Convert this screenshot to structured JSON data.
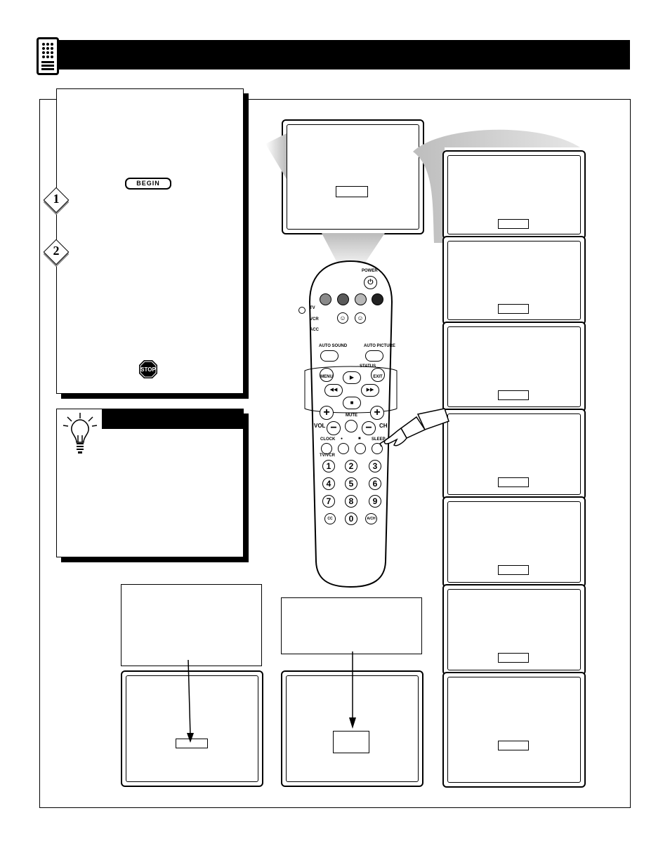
{
  "begin_badge": "BEGIN",
  "stop_badge": "STOP",
  "steps": [
    "1",
    "2"
  ],
  "remote": {
    "power": "POWER",
    "modes": [
      "TV",
      "VCR",
      "ACC"
    ],
    "auto_sound": "AUTO SOUND",
    "auto_picture": "AUTO PICTURE",
    "status": "STATUS",
    "menu": "MENU",
    "exit": "EXIT",
    "mute": "MUTE",
    "vol": "VOL",
    "ch": "CH",
    "clock": "CLOCK",
    "sleep": "SLEEP",
    "tvvcr": "TV/VCR",
    "keys": [
      "1",
      "2",
      "3",
      "4",
      "5",
      "6",
      "7",
      "8",
      "9",
      "CC",
      "0",
      "A/CH"
    ],
    "play_symbol": "▶",
    "rew_symbol": "◀◀",
    "ff_symbol": "▶▶",
    "stop_symbol": "■",
    "dot_symbol": "●",
    "plus": "+",
    "minus": "−"
  },
  "colors": {
    "header": "#000000",
    "swatch1": "#8a8a8a",
    "swatch2": "#5a5a5a",
    "swatch3": "#b8b8b8",
    "swatch4": "#222222"
  }
}
